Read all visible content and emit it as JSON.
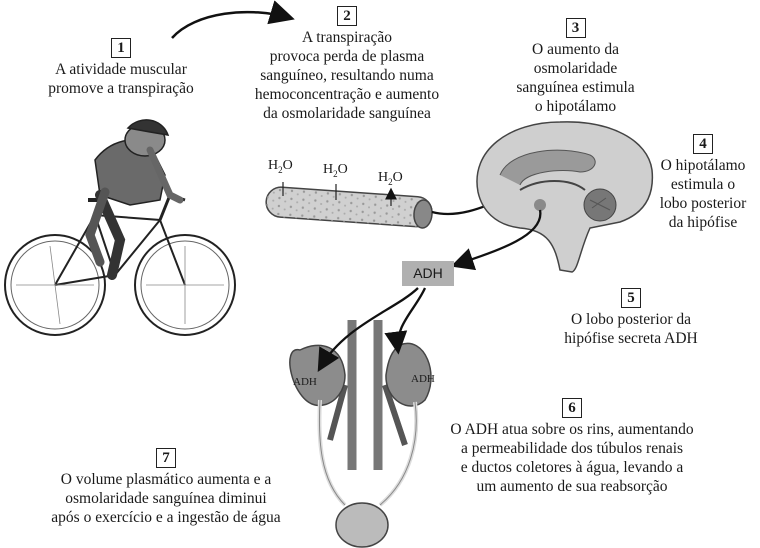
{
  "steps": [
    {
      "num": "1",
      "text": "A atividade muscular\npromove a transpiração"
    },
    {
      "num": "2",
      "text": "A transpiração\nprovoca perda de plasma\nsanguíneo, resultando numa\nhemoconcentração e aumento\nda osmolaridade sanguínea"
    },
    {
      "num": "3",
      "text": "O aumento da\nosmolaridade\nsanguínea estimula\no hipotálamo"
    },
    {
      "num": "4",
      "text": "O hipotálamo\nestimula o\nlobo posterior\nda hipófise"
    },
    {
      "num": "5",
      "text": "O lobo posterior da\nhipófise secreta ADH"
    },
    {
      "num": "6",
      "text": "O ADH atua sobre os rins, aumentando\na permeabilidade dos túbulos renais\ne ductos coletores à água, levando a\num aumento de sua reabsorção"
    },
    {
      "num": "7",
      "text": "O volume plasmático aumenta e a\nosmolaridade sanguínea diminui\napós o exercício e a ingestão de água"
    }
  ],
  "vessel_labels": {
    "h": "H",
    "sub": "2",
    "o": "O"
  },
  "adh_label": "ADH",
  "kidney_labels": [
    "ADH",
    "ADH"
  ]
}
